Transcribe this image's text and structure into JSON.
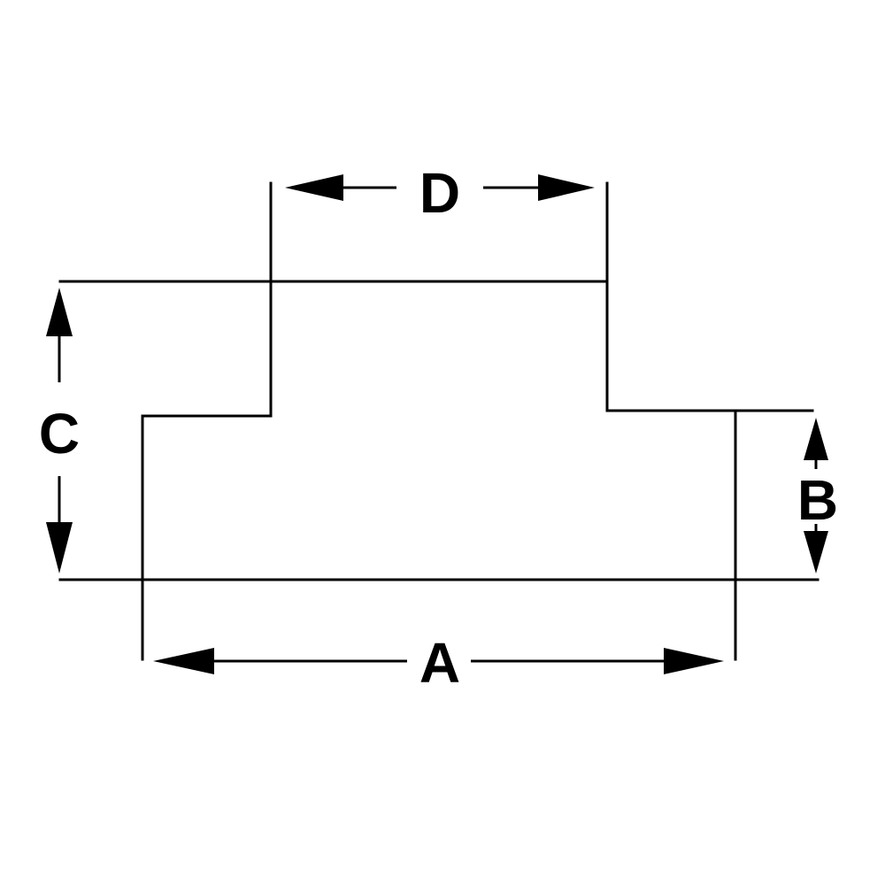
{
  "labels": {
    "A": "A",
    "B": "B",
    "C": "C",
    "D": "D"
  },
  "colors": {
    "stroke": "#000000",
    "background": "#ffffff"
  }
}
